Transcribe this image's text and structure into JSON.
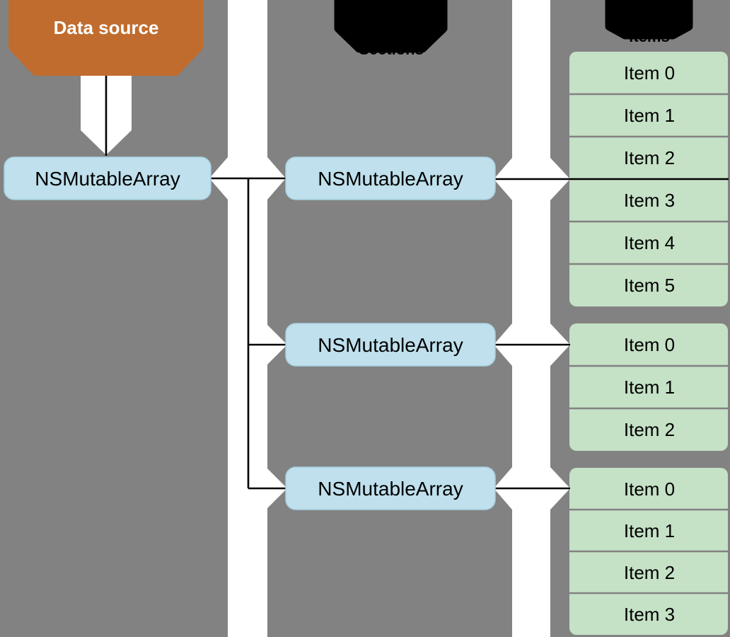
{
  "diagram": {
    "data_source_label": "Data source",
    "sections_column_label": "Sections",
    "items_column_label": "Items",
    "root_array": {
      "label": "NSMutableArray"
    },
    "sections": [
      {
        "label": "NSMutableArray"
      },
      {
        "label": "NSMutableArray"
      },
      {
        "label": "NSMutableArray"
      }
    ],
    "item_groups": [
      {
        "items": [
          "Item 0",
          "Item 1",
          "Item 2",
          "Item 3",
          "Item 4",
          "Item 5"
        ]
      },
      {
        "items": [
          "Item 0",
          "Item 1",
          "Item 2"
        ]
      },
      {
        "items": [
          "Item 0",
          "Item 1",
          "Item 2",
          "Item 3"
        ]
      }
    ],
    "colors": {
      "background_gray": "#828282",
      "channel_white": "#ffffff",
      "data_source_orange": "#c06c2e",
      "array_blue": "#bfe0ec",
      "item_green": "#c5e1c6",
      "label_shape_black": "#000000",
      "line_black": "#000000"
    }
  }
}
